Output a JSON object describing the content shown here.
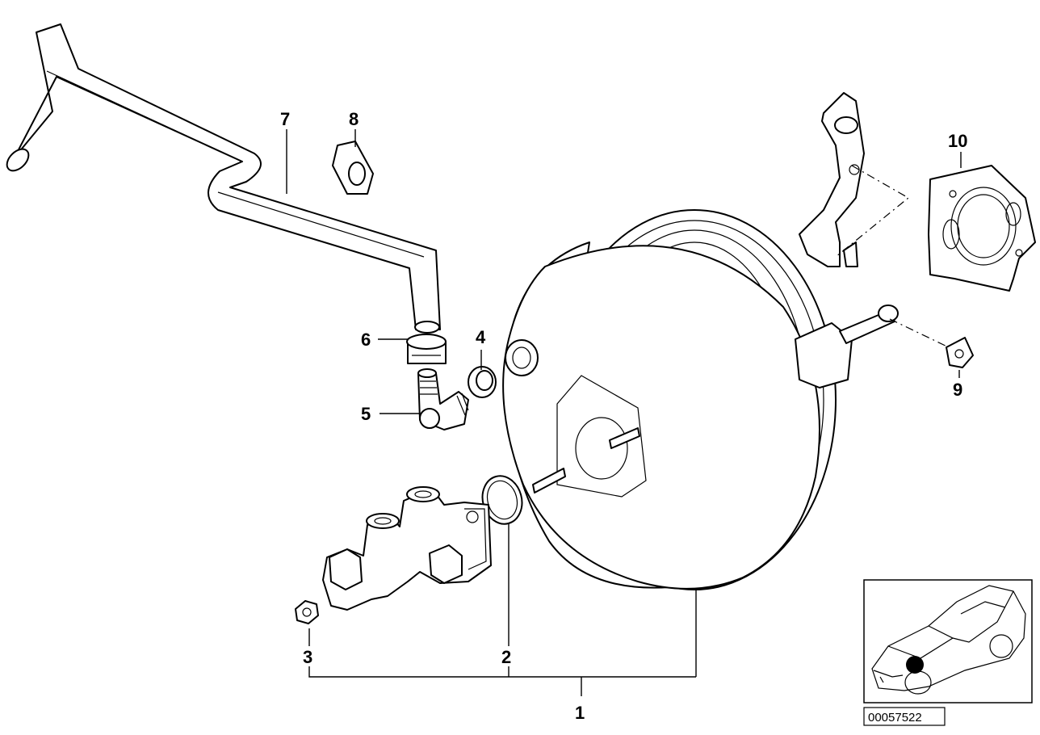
{
  "diagram": {
    "callouts": {
      "c1": "1",
      "c2": "2",
      "c3": "3",
      "c4": "4",
      "c5": "5",
      "c6": "6",
      "c7": "7",
      "c8": "8",
      "c9": "9",
      "c10": "10"
    },
    "diagram_number": "00057522",
    "locator_icon": "car-locator-icon",
    "colors": {
      "ink": "#000000",
      "paper": "#ffffff"
    }
  }
}
